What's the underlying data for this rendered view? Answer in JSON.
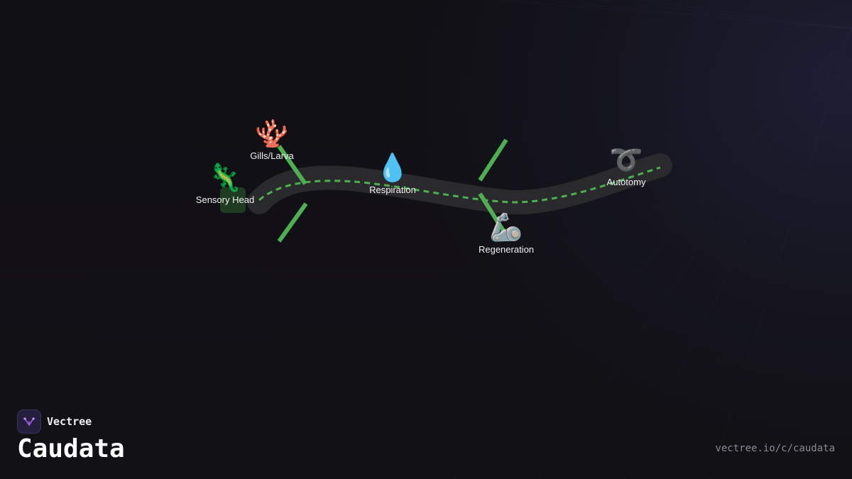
{
  "diagram": {
    "nodes": [
      {
        "id": "sensory-head",
        "label": "Sensory Head",
        "icon": "lizard-icon",
        "glyph": "🦎"
      },
      {
        "id": "gills-larva",
        "label": "Gills/Larva",
        "icon": "coral-icon",
        "glyph": "🪸"
      },
      {
        "id": "respiration",
        "label": "Respiration",
        "icon": "droplet-icon",
        "glyph": "💧"
      },
      {
        "id": "regeneration",
        "label": "Regeneration",
        "icon": "mechanical-arm-icon",
        "glyph": "🦾"
      },
      {
        "id": "autotomy",
        "label": "Autotomy",
        "icon": "curly-loop-icon",
        "glyph": "➰"
      }
    ],
    "colors": {
      "spine": "#2a2a2d",
      "accent": "#4caf50",
      "head": "#1f3b22"
    }
  },
  "brand": {
    "name": "Vectree",
    "icon": "vectree-logo-icon",
    "logo_color": "#9b5de5"
  },
  "page": {
    "title": "Caudata",
    "url": "vectree.io/c/caudata"
  }
}
